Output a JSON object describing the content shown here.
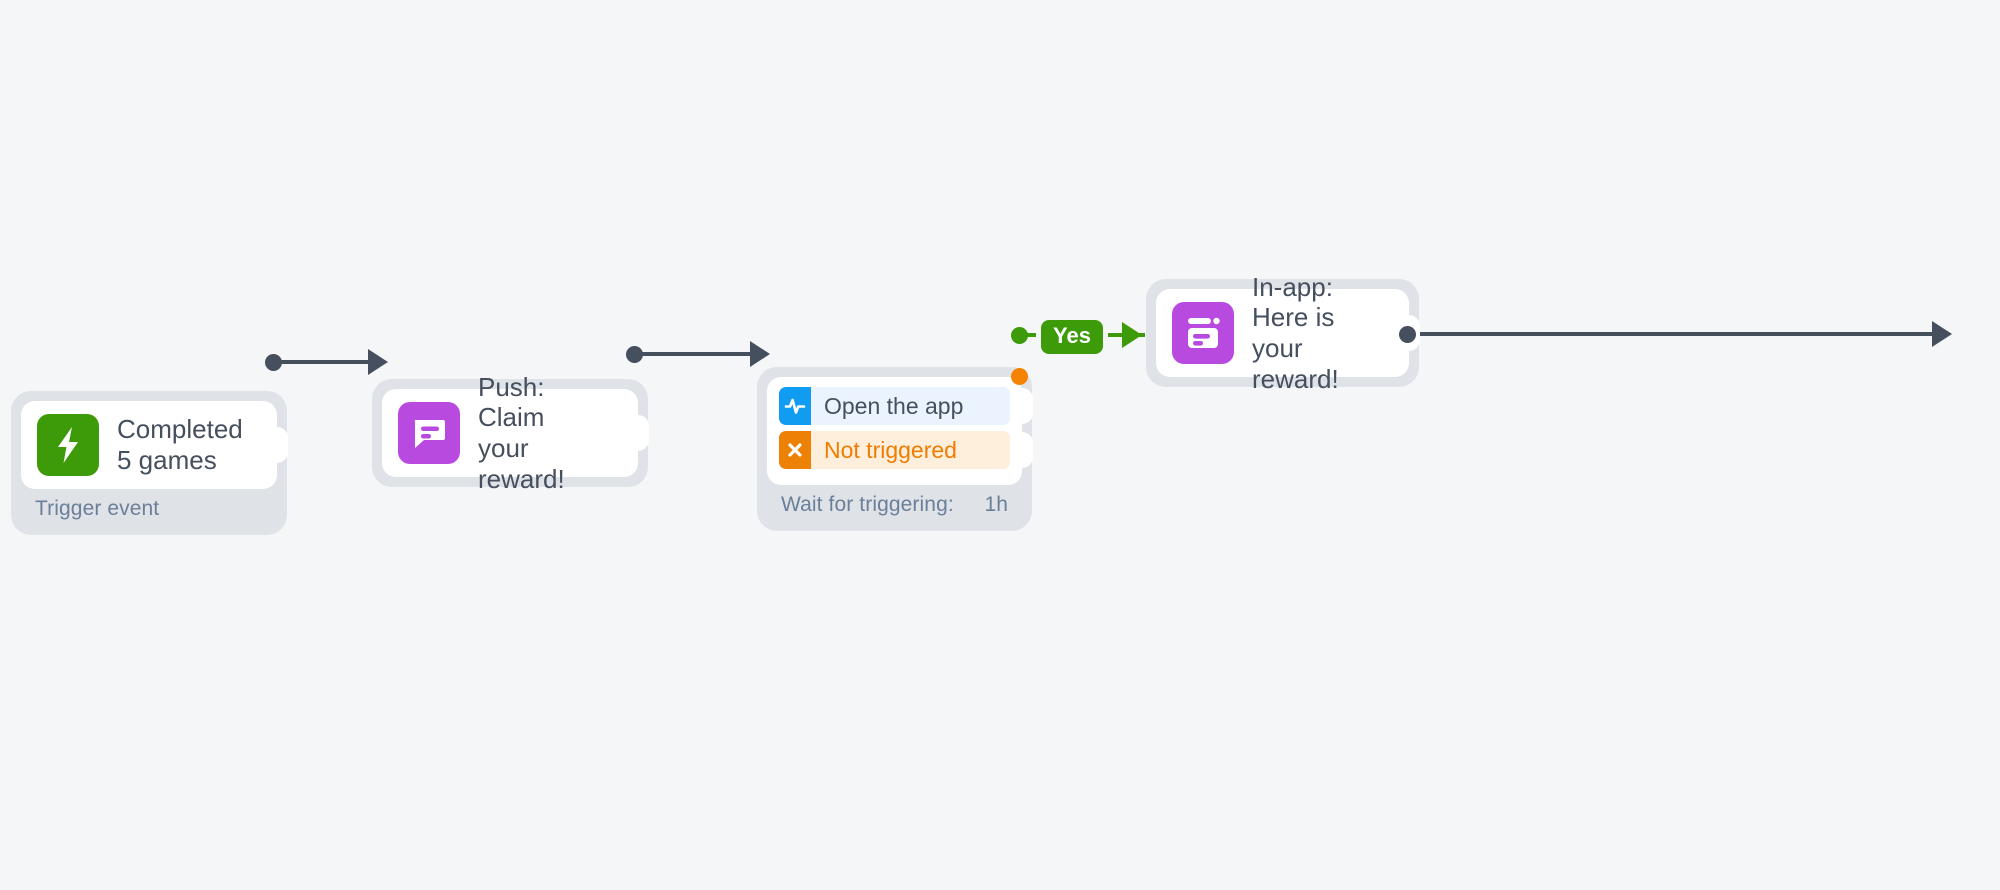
{
  "canvas": {
    "background_color": "#f5f6f7",
    "accent_colors": {
      "trigger_green": "#3d9a09",
      "message_purple": "#b84ae0",
      "condition_blue": "#109cf1",
      "condition_orange": "#ed8106",
      "edge_dark": "#454f5e",
      "node_shell": "#dfe3e8"
    }
  },
  "nodes": {
    "trigger": {
      "icon": "lightning-bolt-icon",
      "title": "Completed\n5 games",
      "footer_label": "Trigger event"
    },
    "push": {
      "icon": "push-message-icon",
      "title": "Push: Claim\nyour reward!"
    },
    "wait": {
      "conditions": [
        {
          "icon": "activity-pulse-icon",
          "label": "Open the app",
          "state": "matched"
        },
        {
          "icon": "close-x-icon",
          "label": "Not triggered",
          "state": "not-triggered"
        }
      ],
      "footer_label": "Wait for triggering:",
      "footer_value": "1h"
    },
    "inapp": {
      "icon": "in-app-message-icon",
      "title": "In-app: Here is\nyour reward!"
    }
  },
  "edges": {
    "branch_badge_label": "Yes"
  }
}
